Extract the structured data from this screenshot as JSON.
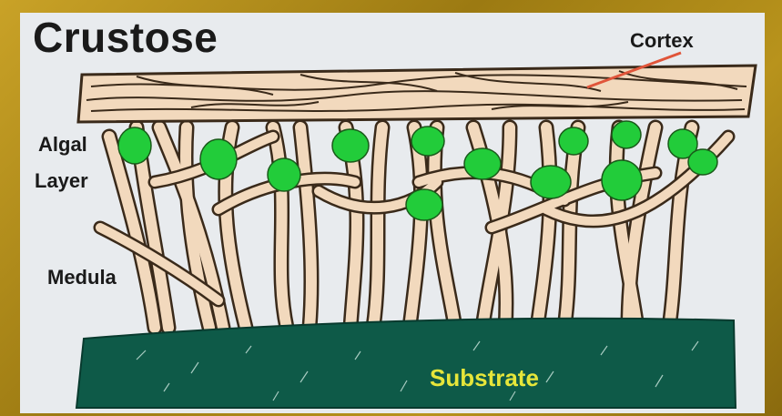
{
  "title": "Crustose",
  "labels": {
    "cortex": "Cortex",
    "algal_line1": "Algal",
    "algal_line2": "Layer",
    "medula": "Medula",
    "substrate": "Substrate"
  },
  "colors": {
    "frame": "#b8931c",
    "background": "#e8ebee",
    "hyphae": "#f2d9bd",
    "outline": "#3a2a1a",
    "algae": "#22cc3a",
    "substrate": "#0e5a48",
    "substrate_label": "#e6e63a",
    "pointer": "#e0553a"
  }
}
